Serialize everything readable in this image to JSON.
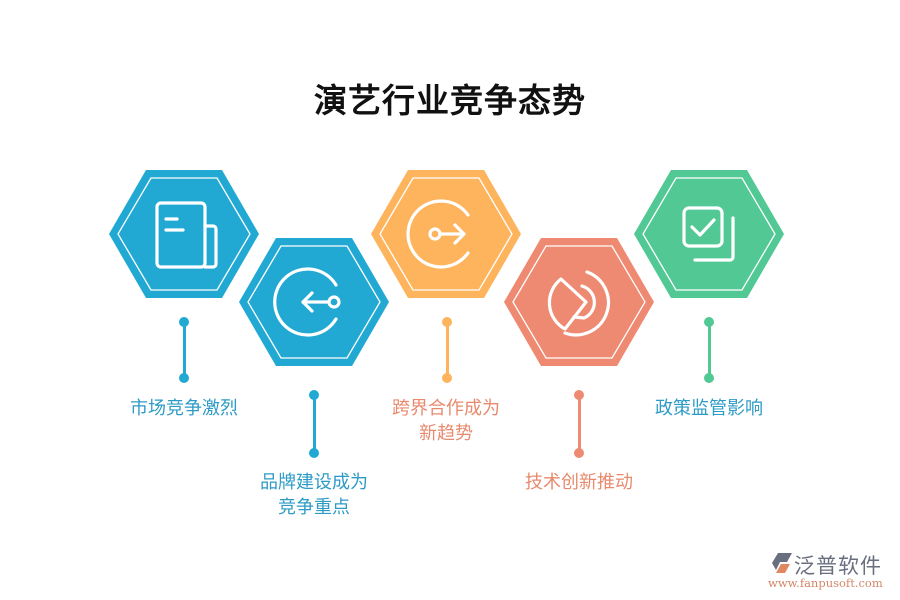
{
  "title": "演艺行业竞争态势",
  "colors": {
    "blue": "#22A9D3",
    "orange": "#FDB45C",
    "salmon": "#EE8A71",
    "green": "#52C895",
    "label_blue": "#2D9BC5",
    "label_salmon": "#E88A6E"
  },
  "items": [
    {
      "id": 1,
      "label_lines": [
        "市场竞争激烈"
      ],
      "icon": "newspaper-icon",
      "color": "#22A9D3",
      "label_color": "#2D9BC5",
      "position": "top"
    },
    {
      "id": 2,
      "label_lines": [
        "品牌建设成为",
        "竞争重点"
      ],
      "icon": "arrow-left-circle-icon",
      "color": "#22A9D3",
      "label_color": "#2D9BC5",
      "position": "bottom"
    },
    {
      "id": 3,
      "label_lines": [
        "跨界合作成为",
        "新趋势"
      ],
      "icon": "arrow-right-circle-icon",
      "color": "#FDB45C",
      "label_color": "#E88A6E",
      "position": "top"
    },
    {
      "id": 4,
      "label_lines": [
        "技术创新推动"
      ],
      "icon": "pie-chart-icon",
      "color": "#EE8A71",
      "label_color": "#E88A6E",
      "position": "bottom"
    },
    {
      "id": 5,
      "label_lines": [
        "政策监管影响"
      ],
      "icon": "checkbox-stack-icon",
      "color": "#52C895",
      "label_color": "#2D9BC5",
      "position": "top"
    }
  ],
  "labels": {
    "item1_line1": "市场竞争激烈",
    "item2_line1": "品牌建设成为",
    "item2_line2": "竞争重点",
    "item3_line1": "跨界合作成为",
    "item3_line2": "新趋势",
    "item4_line1": "技术创新推动",
    "item5_line1": "政策监管影响"
  },
  "logo": {
    "name": "泛普软件",
    "url": "www.fanpusoft.com"
  }
}
